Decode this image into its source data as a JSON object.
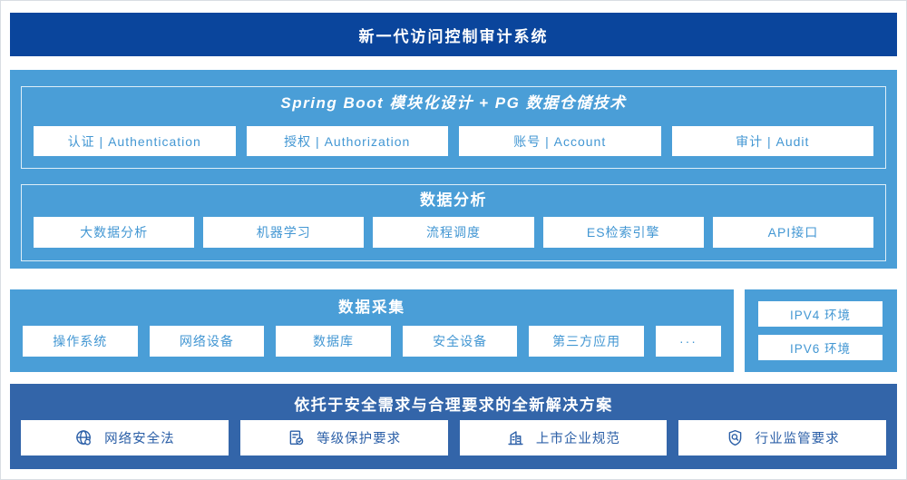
{
  "header": {
    "title": "新一代访问控制审计系统"
  },
  "platform": {
    "modules": {
      "title": "Spring Boot 模块化设计 + PG 数据仓储技术",
      "items": [
        "认证 | Authentication",
        "授权 | Authorization",
        "账号 | Account",
        "审计 | Audit"
      ]
    },
    "analysis": {
      "title": "数据分析",
      "items": [
        "大数据分析",
        "机器学习",
        "流程调度",
        "ES检索引擎",
        "API接口"
      ]
    }
  },
  "collection": {
    "title": "数据采集",
    "items": [
      "操作系统",
      "网络设备",
      "数据库",
      "安全设备",
      "第三方应用",
      "···"
    ]
  },
  "environment": {
    "items": [
      "IPV4 环境",
      "IPV6 环境"
    ]
  },
  "solution": {
    "title": "依托于安全需求与合理要求的全新解决方案",
    "items": [
      {
        "icon": "globe-icon",
        "label": "网络安全法"
      },
      {
        "icon": "document-check-icon",
        "label": "等级保护要求"
      },
      {
        "icon": "building-icon",
        "label": "上市企业规范"
      },
      {
        "icon": "shield-search-icon",
        "label": "行业监管要求"
      }
    ]
  },
  "colors": {
    "banner_blue": "#0a459c",
    "section_blue": "#4a9ed7",
    "solution_blue": "#3365a9",
    "box_text_blue": "#4397d3",
    "solution_text_blue": "#2b5fa7"
  }
}
